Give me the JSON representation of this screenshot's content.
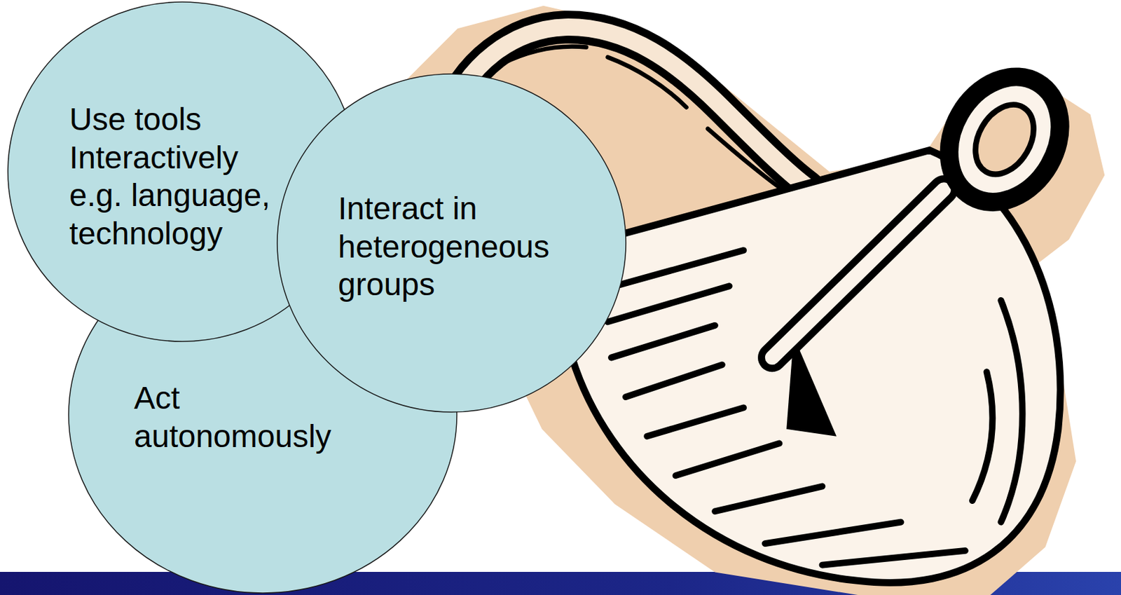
{
  "diagram": {
    "nodes": [
      {
        "text": [
          "Use tools Interactively e.g. language, technology"
        ]
      },
      {
        "text": [
          "Interact in heterogeneous groups"
        ]
      },
      {
        "text": [
          "Act autonomously"
        ]
      }
    ]
  }
}
